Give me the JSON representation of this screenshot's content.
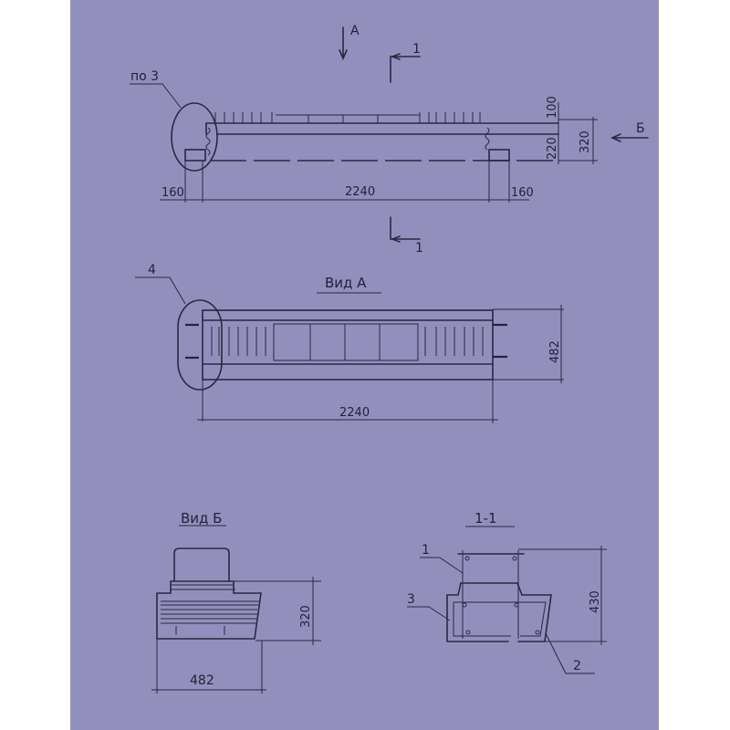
{
  "colors": {
    "paper": "#938fbd",
    "ink": "#2a2840",
    "background": "#ffffff"
  },
  "elevation": {
    "view_marker_a": "А",
    "section_marker_top": "1",
    "section_marker_bottom": "1",
    "view_marker_b": "Б",
    "callout_pos3": "по 3",
    "dims": {
      "left_support": "160",
      "length": "2240",
      "right_support": "160",
      "top_layer": "100",
      "bottom_layer": "220",
      "total_height": "320"
    }
  },
  "view_a": {
    "title": "Вид А",
    "callout_4": "4",
    "dims": {
      "length": "2240",
      "width": "482"
    }
  },
  "view_b": {
    "title": "Вид Б",
    "dims": {
      "height": "320",
      "width": "482"
    }
  },
  "section_1_1": {
    "title": "1-1",
    "callouts": [
      "1",
      "3",
      "2"
    ],
    "dims": {
      "height": "430"
    }
  }
}
